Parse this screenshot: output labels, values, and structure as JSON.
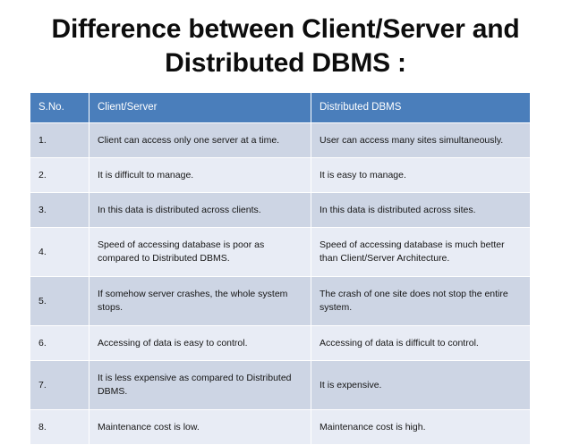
{
  "slide": {
    "title_line_1": "Difference between Client/Server and",
    "title_line_2": "Distributed DBMS :"
  },
  "theme": {
    "header_background": "#4A7EBB",
    "header_text": "#FFFFFF",
    "row_dark_background": "#CDD5E4",
    "row_light_background": "#E8ECF5",
    "body_text": "#151515",
    "title_text": "#0D0D0D",
    "grid_line": "#FFFFFF",
    "page_background": "#FFFFFF"
  },
  "table": {
    "columns": [
      {
        "key": "sno",
        "label": "S.No."
      },
      {
        "key": "client_server",
        "label": "Client/Server"
      },
      {
        "key": "distributed_dbms",
        "label": "Distributed DBMS"
      }
    ],
    "rows": [
      {
        "sno": "1.",
        "client_server": "Client can access only one server at a time.",
        "distributed_dbms": "User can access many sites simultaneously."
      },
      {
        "sno": "2.",
        "client_server": "It is difficult to manage.",
        "distributed_dbms": "It is easy to manage."
      },
      {
        "sno": "3.",
        "client_server": "In this data is distributed across clients.",
        "distributed_dbms": "In this data is distributed across sites."
      },
      {
        "sno": "4.",
        "client_server": "Speed of accessing database is poor as compared to Distributed DBMS.",
        "distributed_dbms": "Speed of accessing database is much better than Client/Server Architecture."
      },
      {
        "sno": "5.",
        "client_server": "If somehow server crashes, the whole system stops.",
        "distributed_dbms": "The crash of one site does not stop the entire system."
      },
      {
        "sno": "6.",
        "client_server": "Accessing of data is easy to control.",
        "distributed_dbms": "Accessing of data is difficult to control."
      },
      {
        "sno": "7.",
        "client_server": "It is less expensive as compared to Distributed DBMS.",
        "distributed_dbms": "It is expensive."
      },
      {
        "sno": "8.",
        "client_server": "Maintenance cost is low.",
        "distributed_dbms": "Maintenance cost is high."
      }
    ]
  }
}
